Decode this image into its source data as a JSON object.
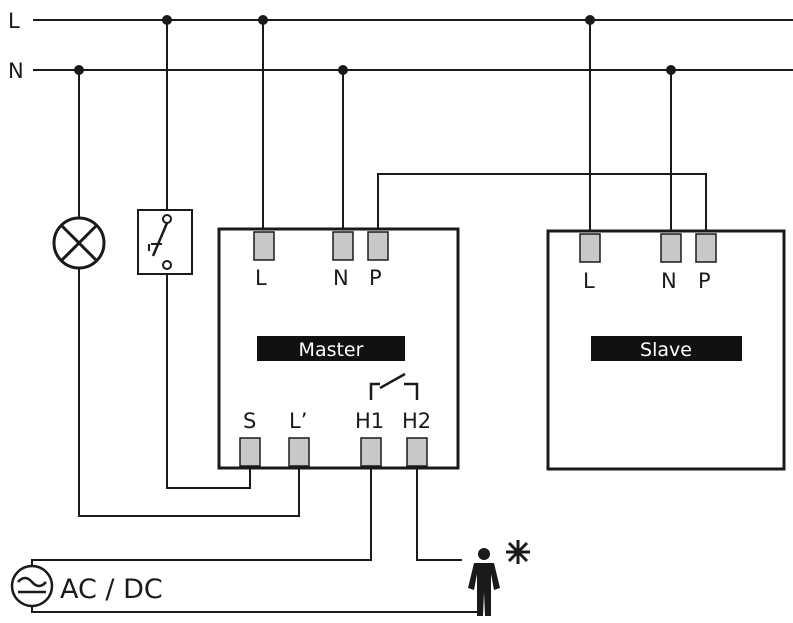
{
  "lines": {
    "live_label": "L",
    "neutral_label": "N"
  },
  "master": {
    "name": "Master",
    "terminals_top": {
      "l": "L",
      "n": "N",
      "p": "P"
    },
    "terminals_bottom": {
      "s": "S",
      "lprime": "L’",
      "h1": "H1",
      "h2": "H2"
    }
  },
  "slave": {
    "name": "Slave",
    "terminals_top": {
      "l": "L",
      "n": "N",
      "p": "P"
    }
  },
  "supply": {
    "label": "AC / DC"
  },
  "icons": {
    "lamp": "lamp-icon",
    "switch": "pushbutton-switch-icon",
    "contact": "relay-contact-icon",
    "source": "ac-dc-source-icon",
    "sensor": "presence-sensor-icon"
  },
  "colors": {
    "line": "#1a1a1a",
    "terminal_fill": "#c8c8c8",
    "label_bar": "#111111"
  }
}
